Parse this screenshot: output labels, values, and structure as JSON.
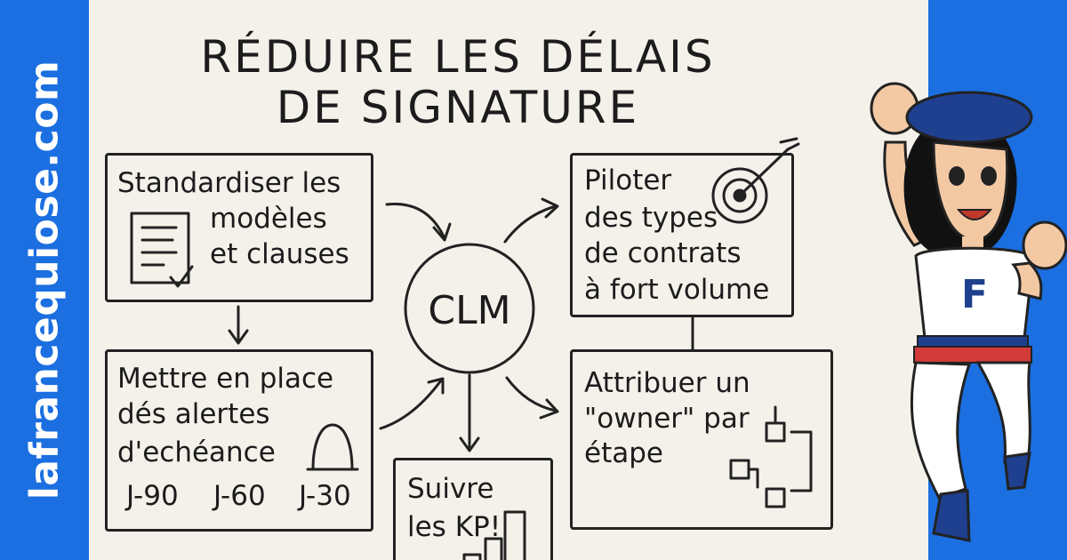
{
  "brand": "lafrancequiose.com",
  "title_line1": "RÉDUIRE LES DÉLAIS",
  "title_line2": "DE SIGNATURE",
  "center": "CLM",
  "nodes": {
    "standardize": [
      "Standardiser les",
      "modèles",
      "et clauses"
    ],
    "alerts": [
      "Mettre en place",
      "dés alertes",
      "d'echéance"
    ],
    "alerts_ticks": [
      "J-90",
      "J-60",
      "J-30"
    ],
    "pilot": [
      "Piloter",
      "des types",
      "de contrats",
      "à fort volume"
    ],
    "owner": [
      "Attribuer un",
      "\"owner\" par",
      "étape"
    ],
    "kpi": [
      "Suivre",
      "les KP!"
    ]
  },
  "hero_shirt_letter": "F",
  "colors": {
    "blue": "#1b6fe0",
    "paper": "#f4f1ea",
    "ink": "#222222",
    "red": "#d23a3a"
  }
}
